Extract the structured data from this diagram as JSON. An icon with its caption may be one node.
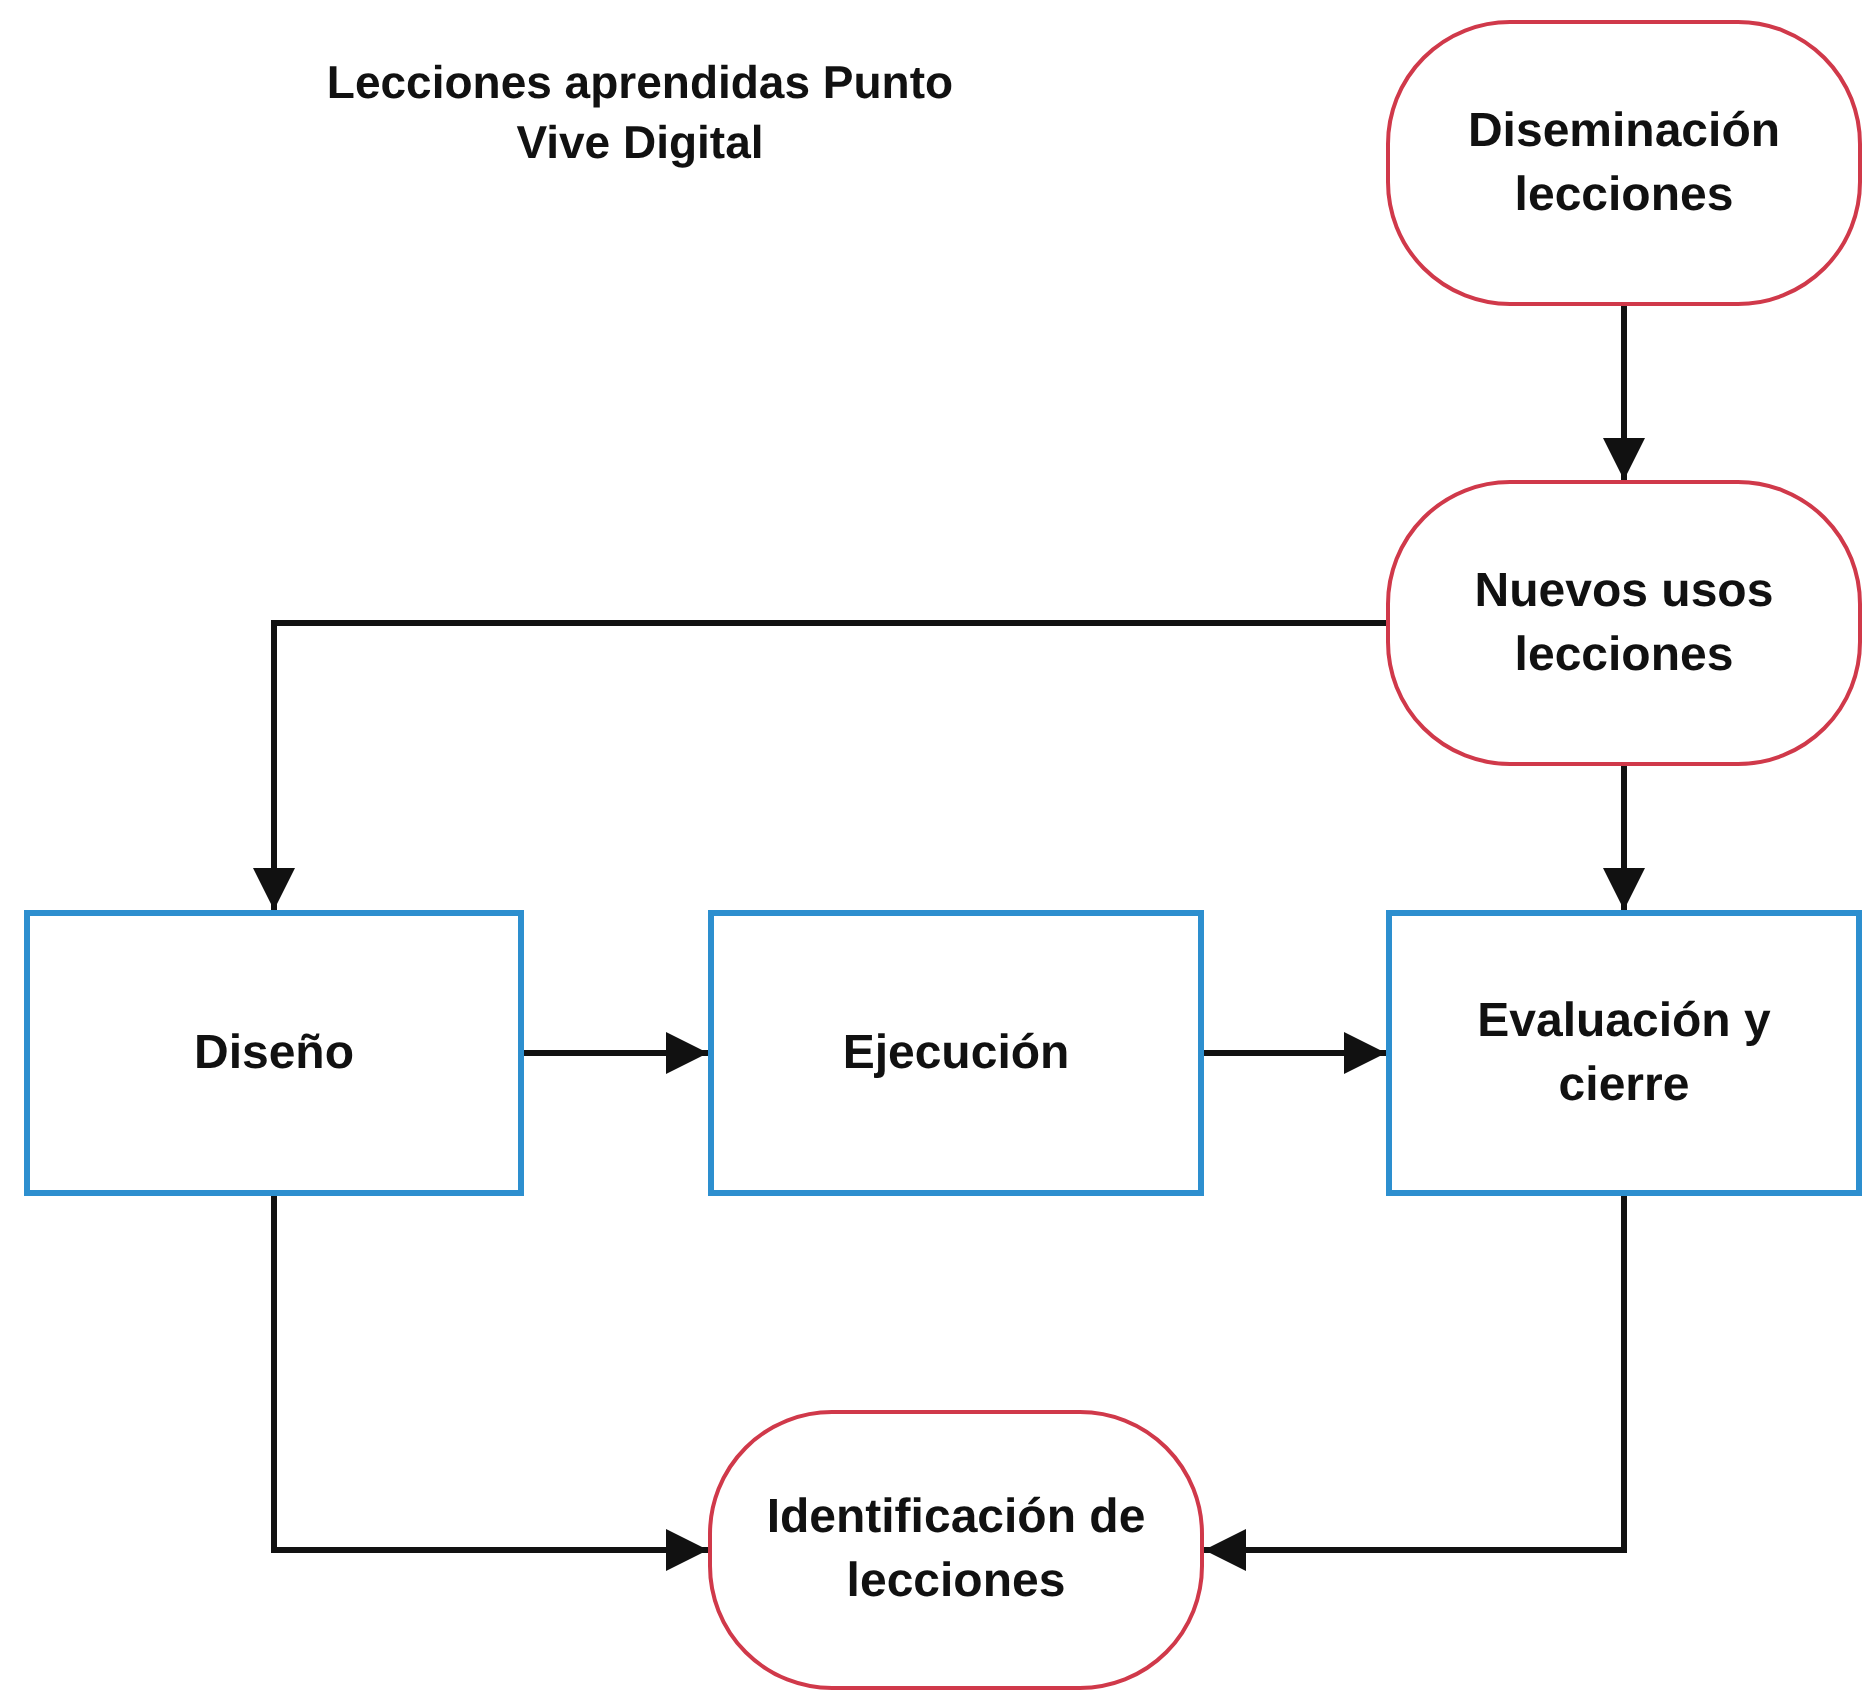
{
  "diagram": {
    "title": "Lecciones aprendidas Punto Vive Digital",
    "nodes": [
      {
        "text": [
          "Diseminación lecciones"
        ]
      },
      {
        "text": [
          "Nuevos usos lecciones"
        ]
      },
      {
        "text": [
          "Diseño"
        ]
      },
      {
        "text": [
          "Ejecución"
        ]
      },
      {
        "text": [
          "Evaluación y cierre"
        ]
      },
      {
        "text": [
          "Identificación de lecciones"
        ]
      }
    ],
    "edges": [
      {
        "from": 0,
        "to": 1,
        "arrow": "to"
      },
      {
        "from": 1,
        "to": 2,
        "arrow": "to"
      },
      {
        "from": 1,
        "to": 4,
        "arrow": "to"
      },
      {
        "from": 2,
        "to": 3,
        "arrow": "to"
      },
      {
        "from": 3,
        "to": 4,
        "arrow": "to"
      },
      {
        "from": 2,
        "to": 5,
        "arrow": "to"
      },
      {
        "from": 4,
        "to": 5,
        "arrow": "to"
      }
    ]
  }
}
